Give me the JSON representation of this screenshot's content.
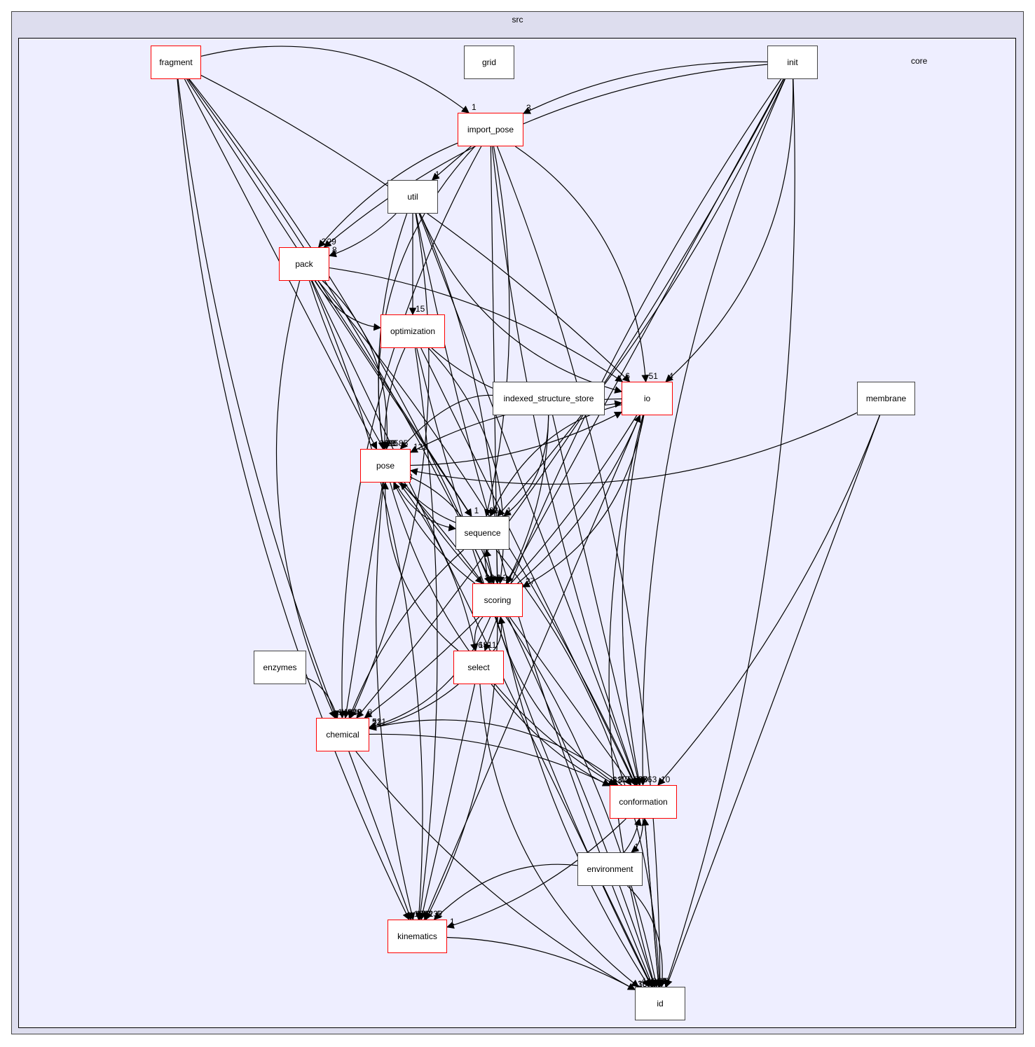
{
  "graph": {
    "outer_cluster": "src",
    "inner_cluster": "core",
    "nodes": [
      {
        "id": "fragment",
        "label": "fragment",
        "style": "red"
      },
      {
        "id": "grid",
        "label": "grid",
        "style": "plain"
      },
      {
        "id": "init",
        "label": "init",
        "style": "plain"
      },
      {
        "id": "import_pose",
        "label": "import_pose",
        "style": "red"
      },
      {
        "id": "util",
        "label": "util",
        "style": "plain"
      },
      {
        "id": "pack",
        "label": "pack",
        "style": "red"
      },
      {
        "id": "optimization",
        "label": "optimization",
        "style": "red"
      },
      {
        "id": "indexed_structure_store",
        "label": "indexed_structure_store",
        "style": "plain"
      },
      {
        "id": "io",
        "label": "io",
        "style": "red"
      },
      {
        "id": "membrane",
        "label": "membrane",
        "style": "plain"
      },
      {
        "id": "pose",
        "label": "pose",
        "style": "red"
      },
      {
        "id": "sequence",
        "label": "sequence",
        "style": "plain"
      },
      {
        "id": "scoring",
        "label": "scoring",
        "style": "red"
      },
      {
        "id": "enzymes",
        "label": "enzymes",
        "style": "plain"
      },
      {
        "id": "select",
        "label": "select",
        "style": "red"
      },
      {
        "id": "chemical",
        "label": "chemical",
        "style": "red"
      },
      {
        "id": "conformation",
        "label": "conformation",
        "style": "red"
      },
      {
        "id": "environment",
        "label": "environment",
        "style": "plain"
      },
      {
        "id": "kinematics",
        "label": "kinematics",
        "style": "red"
      },
      {
        "id": "id",
        "label": "id",
        "style": "plain"
      }
    ],
    "edges": [
      {
        "from": "fragment",
        "to": "import_pose",
        "label": "1"
      },
      {
        "from": "fragment",
        "to": "io",
        "label": ""
      },
      {
        "from": "fragment",
        "to": "pose",
        "label": "30"
      },
      {
        "from": "fragment",
        "to": "chemical",
        "label": ""
      },
      {
        "from": "fragment",
        "to": "kinematics",
        "label": ""
      },
      {
        "from": "fragment",
        "to": "id",
        "label": ""
      },
      {
        "from": "fragment",
        "to": "scoring",
        "label": ""
      },
      {
        "from": "fragment",
        "to": "sequence",
        "label": ""
      },
      {
        "from": "init",
        "to": "import_pose",
        "label": "3"
      },
      {
        "from": "init",
        "to": "pack",
        "label": "29"
      },
      {
        "from": "init",
        "to": "io",
        "label": "4"
      },
      {
        "from": "init",
        "to": "sequence",
        "label": ""
      },
      {
        "from": "init",
        "to": "scoring",
        "label": ""
      },
      {
        "from": "init",
        "to": "select",
        "label": "11"
      },
      {
        "from": "init",
        "to": "conformation",
        "label": ""
      },
      {
        "from": "init",
        "to": "id",
        "label": ""
      },
      {
        "from": "init",
        "to": "chemical",
        "label": ""
      },
      {
        "from": "import_pose",
        "to": "util",
        "label": "1"
      },
      {
        "from": "import_pose",
        "to": "pack",
        "label": "2"
      },
      {
        "from": "import_pose",
        "to": "pose",
        "label": "48"
      },
      {
        "from": "import_pose",
        "to": "io",
        "label": "51"
      },
      {
        "from": "import_pose",
        "to": "sequence",
        "label": "26"
      },
      {
        "from": "import_pose",
        "to": "scoring",
        "label": ""
      },
      {
        "from": "import_pose",
        "to": "conformation",
        "label": ""
      },
      {
        "from": "import_pose",
        "to": "chemical",
        "label": ""
      },
      {
        "from": "import_pose",
        "to": "id",
        "label": ""
      },
      {
        "from": "util",
        "to": "pack",
        "label": "8"
      },
      {
        "from": "util",
        "to": "optimization",
        "label": "15"
      },
      {
        "from": "util",
        "to": "pose",
        "label": "21"
      },
      {
        "from": "util",
        "to": "io",
        "label": "1"
      },
      {
        "from": "util",
        "to": "chemical",
        "label": ""
      },
      {
        "from": "util",
        "to": "scoring",
        "label": ""
      },
      {
        "from": "util",
        "to": "conformation",
        "label": ""
      },
      {
        "from": "util",
        "to": "id",
        "label": ""
      },
      {
        "from": "pack",
        "to": "optimization",
        "label": "25"
      },
      {
        "from": "pack",
        "to": "pose",
        "label": "158"
      },
      {
        "from": "pack",
        "to": "io",
        "label": "6"
      },
      {
        "from": "pack",
        "to": "sequence",
        "label": "1"
      },
      {
        "from": "pack",
        "to": "scoring",
        "label": "82"
      },
      {
        "from": "pack",
        "to": "chemical",
        "label": "148"
      },
      {
        "from": "pack",
        "to": "kinematics",
        "label": "22"
      },
      {
        "from": "pack",
        "to": "conformation",
        "label": "2"
      },
      {
        "from": "pack",
        "to": "id",
        "label": ""
      },
      {
        "from": "optimization",
        "to": "pose",
        "label": "38"
      },
      {
        "from": "optimization",
        "to": "io",
        "label": ""
      },
      {
        "from": "optimization",
        "to": "scoring",
        "label": "24"
      },
      {
        "from": "optimization",
        "to": "kinematics",
        "label": ""
      },
      {
        "from": "optimization",
        "to": "conformation",
        "label": "88"
      },
      {
        "from": "optimization",
        "to": "id",
        "label": ""
      },
      {
        "from": "indexed_structure_store",
        "to": "pose",
        "label": "5"
      },
      {
        "from": "indexed_structure_store",
        "to": "sequence",
        "label": "1"
      },
      {
        "from": "indexed_structure_store",
        "to": "scoring",
        "label": ""
      },
      {
        "from": "indexed_structure_store",
        "to": "conformation",
        "label": ""
      },
      {
        "from": "io",
        "to": "pose",
        "label": "123"
      },
      {
        "from": "io",
        "to": "sequence",
        "label": "2"
      },
      {
        "from": "io",
        "to": "scoring",
        "label": "27"
      },
      {
        "from": "io",
        "to": "chemical",
        "label": "8"
      },
      {
        "from": "io",
        "to": "kinematics",
        "label": ""
      },
      {
        "from": "io",
        "to": "conformation",
        "label": "763"
      },
      {
        "from": "io",
        "to": "id",
        "label": "21"
      },
      {
        "from": "membrane",
        "to": "pose",
        "label": ""
      },
      {
        "from": "membrane",
        "to": "conformation",
        "label": "10"
      },
      {
        "from": "membrane",
        "to": "id",
        "label": ""
      },
      {
        "from": "pose",
        "to": "io",
        "label": "29"
      },
      {
        "from": "pose",
        "to": "sequence",
        "label": "9"
      },
      {
        "from": "pose",
        "to": "scoring",
        "label": "6"
      },
      {
        "from": "pose",
        "to": "select",
        "label": "6"
      },
      {
        "from": "pose",
        "to": "chemical",
        "label": "940"
      },
      {
        "from": "pose",
        "to": "kinematics",
        "label": "170"
      },
      {
        "from": "pose",
        "to": "conformation",
        "label": "875"
      },
      {
        "from": "pose",
        "to": "id",
        "label": ""
      },
      {
        "from": "sequence",
        "to": "pose",
        "label": "18"
      },
      {
        "from": "sequence",
        "to": "scoring",
        "label": "1"
      },
      {
        "from": "sequence",
        "to": "chemical",
        "label": "29"
      },
      {
        "from": "sequence",
        "to": "conformation",
        "label": "17"
      },
      {
        "from": "sequence",
        "to": "id",
        "label": "9"
      },
      {
        "from": "scoring",
        "to": "pose",
        "label": "96"
      },
      {
        "from": "scoring",
        "to": "sequence",
        "label": "4"
      },
      {
        "from": "scoring",
        "to": "io",
        "label": ""
      },
      {
        "from": "scoring",
        "to": "select",
        "label": "13"
      },
      {
        "from": "scoring",
        "to": "chemical",
        "label": "521"
      },
      {
        "from": "scoring",
        "to": "kinematics",
        "label": "132"
      },
      {
        "from": "scoring",
        "to": "conformation",
        "label": "790"
      },
      {
        "from": "scoring",
        "to": "id",
        "label": "397"
      },
      {
        "from": "select",
        "to": "scoring",
        "label": "12"
      },
      {
        "from": "select",
        "to": "pose",
        "label": "34"
      },
      {
        "from": "select",
        "to": "chemical",
        "label": "7"
      },
      {
        "from": "select",
        "to": "kinematics",
        "label": "22"
      },
      {
        "from": "select",
        "to": "conformation",
        "label": "63"
      },
      {
        "from": "select",
        "to": "id",
        "label": "44"
      },
      {
        "from": "enzymes",
        "to": "chemical",
        "label": "1"
      },
      {
        "from": "chemical",
        "to": "conformation",
        "label": "8"
      },
      {
        "from": "chemical",
        "to": "kinematics",
        "label": "10"
      },
      {
        "from": "chemical",
        "to": "id",
        "label": "16"
      },
      {
        "from": "conformation",
        "to": "chemical",
        "label": "71"
      },
      {
        "from": "conformation",
        "to": "environment",
        "label": "1"
      },
      {
        "from": "conformation",
        "to": "kinematics",
        "label": "1"
      },
      {
        "from": "conformation",
        "to": "id",
        "label": "4"
      },
      {
        "from": "environment",
        "to": "conformation",
        "label": "2"
      },
      {
        "from": "environment",
        "to": "kinematics",
        "label": "5"
      },
      {
        "from": "environment",
        "to": "id",
        "label": "3"
      },
      {
        "from": "kinematics",
        "to": "id",
        "label": "38"
      },
      {
        "from": "id",
        "to": "conformation",
        "label": "2"
      }
    ]
  }
}
